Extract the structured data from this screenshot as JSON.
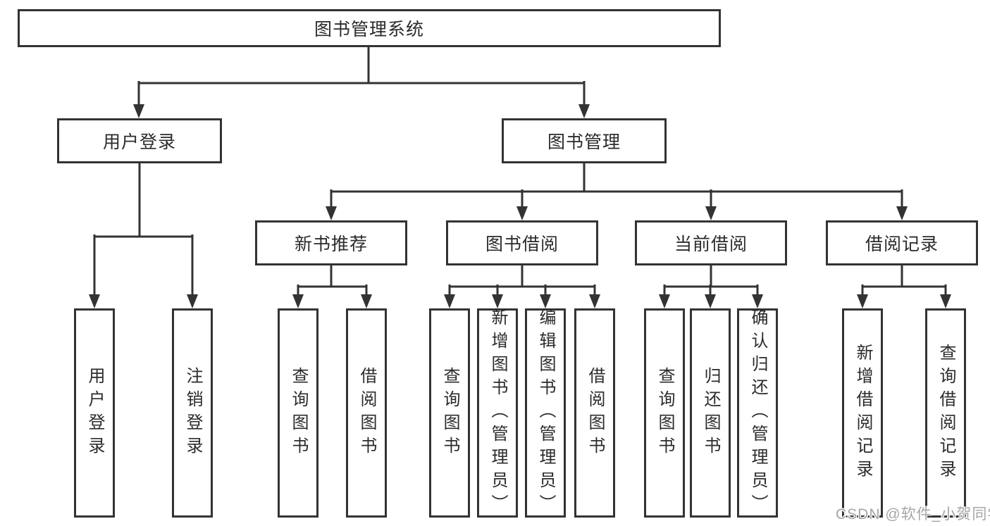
{
  "tree": {
    "label": "图书管理系统",
    "children": [
      {
        "label": "用户登录",
        "children": [
          {
            "label": "用户登录"
          },
          {
            "label": "注销登录"
          }
        ]
      },
      {
        "label": "图书管理",
        "children": [
          {
            "label": "新书推荐",
            "children": [
              {
                "label": "查询图书"
              },
              {
                "label": "借阅图书"
              }
            ]
          },
          {
            "label": "图书借阅",
            "children": [
              {
                "label": "查询图书"
              },
              {
                "label": "新增图书（管理员）"
              },
              {
                "label": "编辑图书（管理员）"
              },
              {
                "label": "借阅图书"
              }
            ]
          },
          {
            "label": "当前借阅",
            "children": [
              {
                "label": "查询图书"
              },
              {
                "label": "归还图书"
              },
              {
                "label": "确认归还（管理员）"
              }
            ]
          },
          {
            "label": "借阅记录",
            "children": [
              {
                "label": "新增借阅记录"
              },
              {
                "label": "查询借阅记录"
              }
            ]
          }
        ]
      }
    ]
  },
  "watermark": {
    "text": "CSDN @软件_小贺同学"
  },
  "colors": {
    "line": "#333333",
    "text": "#2b2b2b",
    "box_background": "#ffffff",
    "watermark": "#a6a6a6",
    "page_background": "#ffffff"
  }
}
